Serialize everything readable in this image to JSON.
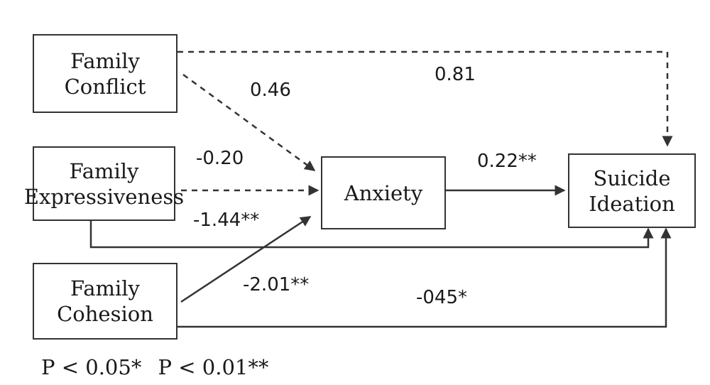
{
  "nodes": {
    "family_conflict": "Family\nConflict",
    "family_expressiveness": "Family\nExpressiveness",
    "family_cohesion": "Family\nCohesion",
    "anxiety": "Anxiety",
    "suicide_ideation": "Suicide\nIdeation"
  },
  "coefficients": {
    "conflict_to_anxiety": "0.46",
    "conflict_to_suicide": "0.81",
    "expressiveness_to_anxiety": "-0.20",
    "expressiveness_to_suicide": "-1.44**",
    "cohesion_to_anxiety": "-2.01**",
    "cohesion_to_suicide": "-045*",
    "anxiety_to_suicide": "0.22**"
  },
  "legend": {
    "sig_05": "P < 0.05*",
    "sig_01": "P < 0.01**"
  },
  "styles": {
    "line_color": "#333333",
    "significant_path": "solid",
    "nonsignificant_path": "dashed"
  }
}
